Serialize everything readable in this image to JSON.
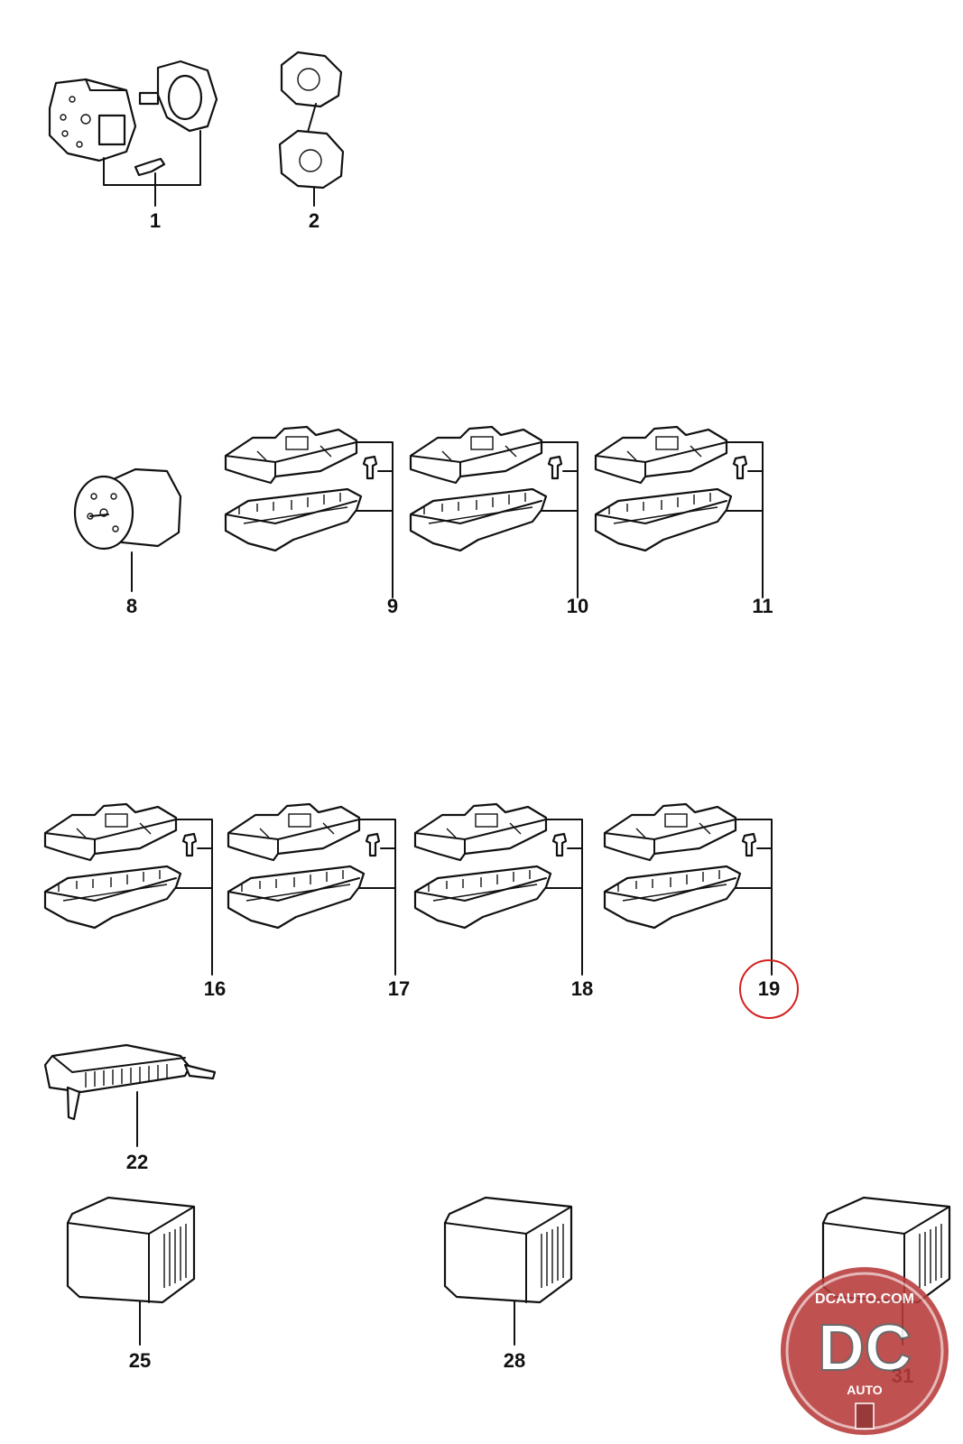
{
  "parts": [
    {
      "id": "p1",
      "label": "1"
    },
    {
      "id": "p2",
      "label": "2"
    },
    {
      "id": "p8",
      "label": "8"
    },
    {
      "id": "p9",
      "label": "9"
    },
    {
      "id": "p10",
      "label": "10"
    },
    {
      "id": "p11",
      "label": "11"
    },
    {
      "id": "p16",
      "label": "16"
    },
    {
      "id": "p17",
      "label": "17"
    },
    {
      "id": "p18",
      "label": "18"
    },
    {
      "id": "p19",
      "label": "19",
      "highlighted": true
    },
    {
      "id": "p22",
      "label": "22"
    },
    {
      "id": "p25",
      "label": "25"
    },
    {
      "id": "p28",
      "label": "28"
    },
    {
      "id": "p31",
      "label": "31"
    }
  ],
  "highlight_color": "#d42020",
  "watermark": {
    "top_text": "DCAUTO.COM",
    "letters": "DC",
    "bottom_text": "AUTO",
    "color": "#b83a3a"
  }
}
